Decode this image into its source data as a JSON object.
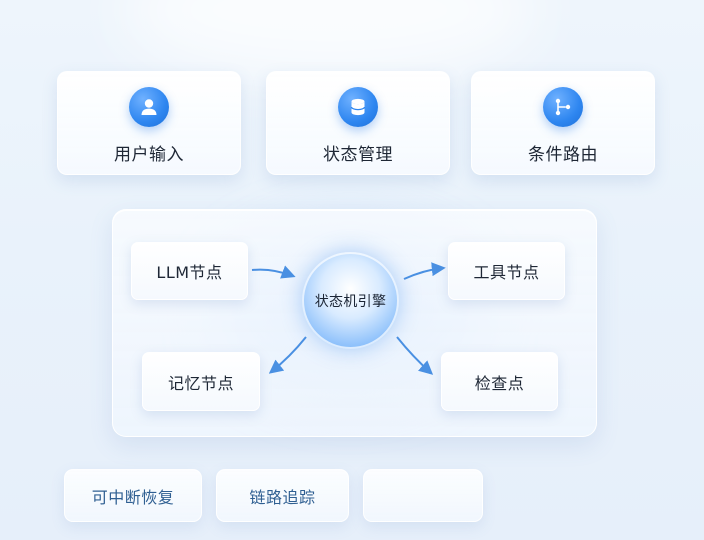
{
  "features": [
    {
      "label": "用户输入",
      "icon": "user-icon"
    },
    {
      "label": "状态管理",
      "icon": "database-icon"
    },
    {
      "label": "条件路由",
      "icon": "route-branch-icon"
    }
  ],
  "engine": {
    "hub_label": "状态机引擎",
    "nodes": {
      "llm": "LLM节点",
      "tool": "工具节点",
      "memory": "记忆节点",
      "checkpoint": "检查点"
    }
  },
  "capabilities": [
    "可中断恢复",
    "链路追踪",
    ""
  ],
  "colors": {
    "accent": "#2e86f0",
    "arrow": "#4a90e2",
    "pill_text": "#2f5f92",
    "background": "#eaf2fb"
  }
}
